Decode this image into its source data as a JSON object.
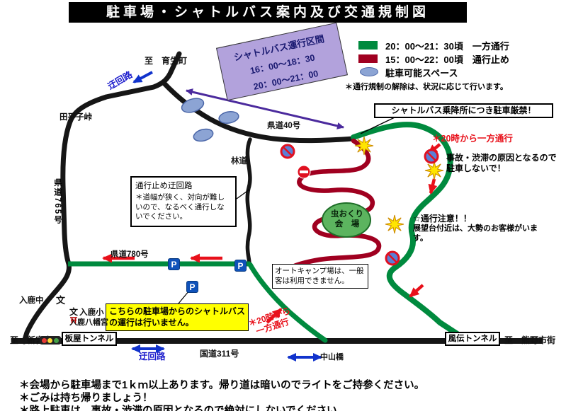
{
  "title": "駐車場・シャトルバス案内及び交通規制図",
  "colors": {
    "oneway_green": "#008a3e",
    "closed_red": "#a00020",
    "parking_blue": "#8ca4d4",
    "shuttle_purple": "#b2a2dc",
    "warning_yellow": "#ffff00",
    "arrow_red": "#e8101a",
    "arrow_blue": "#1133cc"
  },
  "legend": {
    "items": [
      {
        "icon": "green-road-swatch",
        "label": "20：00～21：30頃　一方通行"
      },
      {
        "icon": "red-road-swatch",
        "label": "15：00～22：00頃　通行止め"
      },
      {
        "icon": "parking-space-ellipse",
        "label": "駐車可能スペース"
      }
    ],
    "note": "＊通行規制の解除は、状況に応じて行います。"
  },
  "shuttle_box": {
    "title": "シャトルバス運行区間",
    "time1": "16：00～18：30",
    "time2": "20：00～21：00"
  },
  "callouts": {
    "no_parking_stop": "シャトルバス乗降所につき駐車厳禁！",
    "oneway_8pm_right": "＊20時から一方通行",
    "no_parking_jam": "事故・渋滞の原因となるので駐車しないで！",
    "caution_title": "☆通行注意！！",
    "caution_body": "展望台付近は、大勢のお客様がいます。",
    "detour_title": "通行止め迂回路",
    "detour_body": "＊道幅が狭く、対向が難しいので、なるべく通行しないでください。",
    "autocamp": "オートキャンプ場は、一般客は利用できません。",
    "no_shuttle_here": "こちらの駐車場からのシャトルバスの運行は行いません。",
    "oneway_8pm_bottom1": "＊20時から",
    "oneway_8pm_bottom2": "一方通行"
  },
  "map_labels": {
    "to_ikusei": "至　育生町",
    "detour_top": "迂回路",
    "tabirako_pass": "田平子峠",
    "route40": "県道40号",
    "forest_road": "林道",
    "route765": "県道765号",
    "route780": "県道780号",
    "venue1": "虫おくり",
    "venue2": "会　場",
    "iruka_jhs": "入鹿中",
    "school_mark": "文",
    "iruka_es": "入鹿小",
    "hachimangu": "入鹿八幡宮",
    "to_shingu": "至　新宮市",
    "itaya_tunnel": "板屋トンネル",
    "detour_bottom": "迂回路",
    "route311": "国道311号",
    "nakayama_bridge": "中山橋",
    "fuden_tunnel": "風伝トンネル",
    "to_kumano": "至　熊野市街"
  },
  "icons": {
    "parking_label": "P"
  },
  "notes": [
    "＊会場から駐車場まで1ｋｍ以上あります。帰り道は暗いのでライトをご持参ください。",
    "＊ごみは持ち帰りましょう！",
    "＊路上駐車は、事故・渋滞の原因となるので絶対にしないでください。"
  ]
}
